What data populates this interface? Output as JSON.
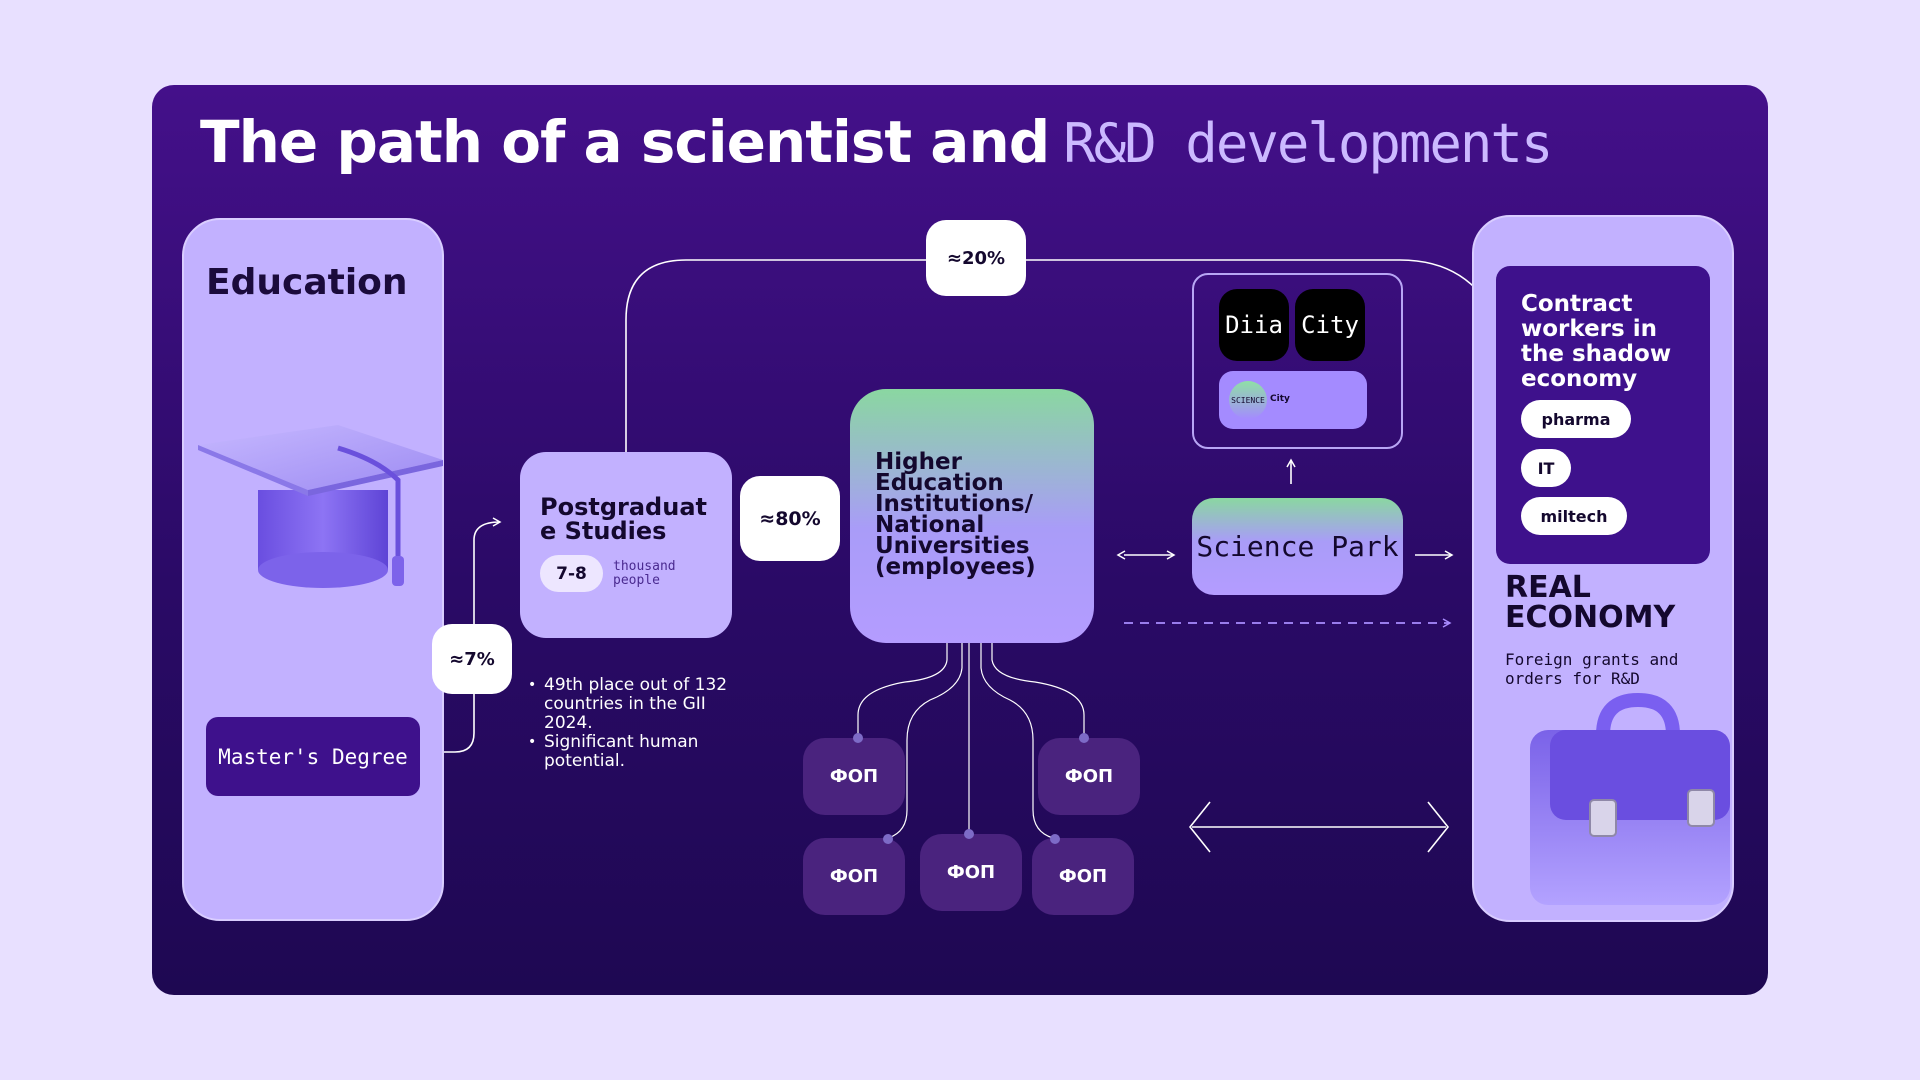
{
  "title": {
    "main": "The path of a scientist and",
    "accent": "R&D developments"
  },
  "education": {
    "title": "Education",
    "masters": "Master's Degree",
    "pct_to_postgrad": "≈7%"
  },
  "postgrad": {
    "title": "Postgraduate Studies",
    "badge": "7-8",
    "unit": "thousand people",
    "pct_to_hei": "≈80%",
    "pct_to_shadow": "≈20%",
    "bullets": [
      "49th place out of 132 countries in the GII 2024.",
      "Significant human potential."
    ]
  },
  "hei": {
    "title": "Higher Education Institutions/ National Universities (employees)"
  },
  "fop": {
    "label": "ФОП"
  },
  "diia": {
    "left": "Diia",
    "right": "City",
    "science_icon": "SCIENCE",
    "science_label": "City"
  },
  "science_park": {
    "label": "Science Park"
  },
  "real_economy": {
    "contract_title": "Contract workers in the shadow economy",
    "tags": [
      "pharma",
      "IT",
      "miltech"
    ],
    "title_line1": "REAL",
    "title_line2": "ECONOMY",
    "subtitle": "Foreign grants and orders for R&D"
  },
  "icons": {
    "graduation": "graduation-cap-icon",
    "briefcase": "briefcase-icon"
  },
  "colors": {
    "panel": "#2a0a66",
    "card": "#c2b1ff",
    "accent": "#cbb9ff",
    "background": "#e8e0ff"
  }
}
